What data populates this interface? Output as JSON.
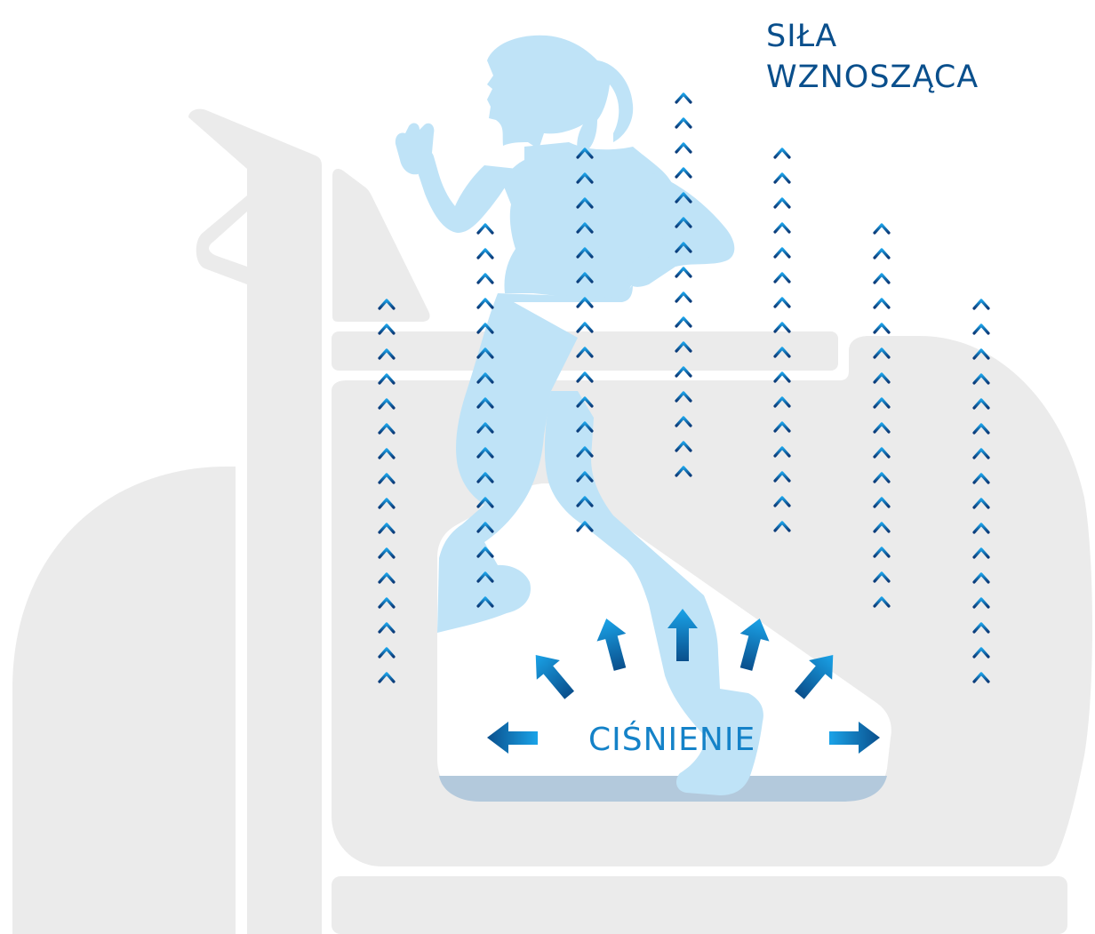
{
  "labels": {
    "lift_line1": "SIŁA",
    "lift_line2": "WZNOSZĄCA",
    "pressure": "CIŚNIENIE"
  },
  "colors": {
    "machine_gray": "#ebebeb",
    "silhouette": "#bfe3f7",
    "water_floor": "#b3c9dc",
    "chevron_top": "#1aa0e6",
    "chevron_bottom": "#0b3a78",
    "arrow_light": "#1aa3e8",
    "arrow_dark": "#0a4f8c",
    "lift_text": "#0a4f8c",
    "pressure_text": "#1482c8"
  },
  "icons": {
    "chevron": "chevron-up-icon",
    "arrow": "arrow-icon",
    "person": "runner-silhouette"
  }
}
